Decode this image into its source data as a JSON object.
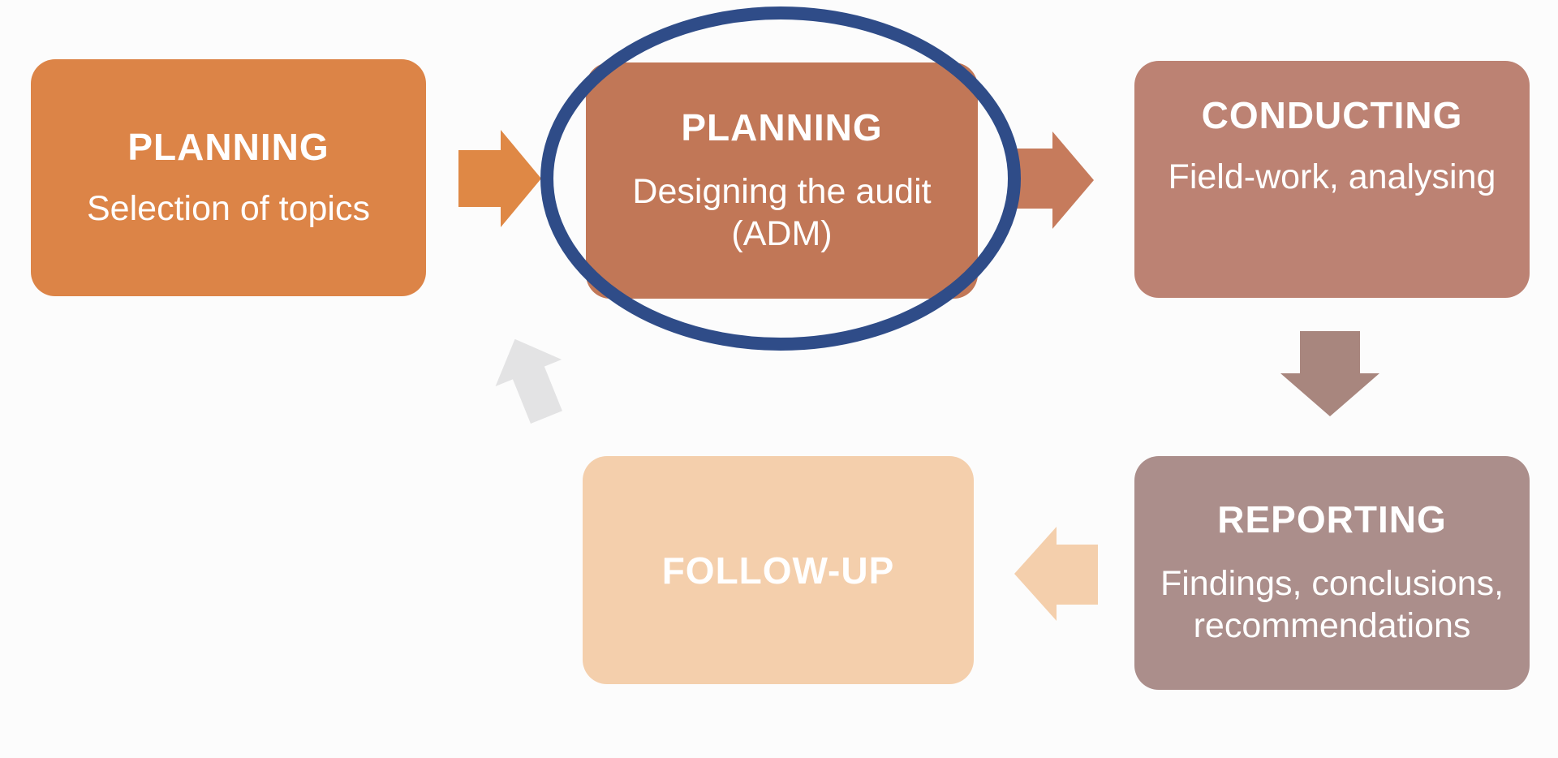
{
  "colors": {
    "background": "#FCFCFC",
    "text": "#FFFFFF",
    "planning_selection_box": "#DC8447",
    "planning_design_box": "#C17757",
    "conducting_box": "#BC8273",
    "reporting_box": "#AB8E8B",
    "follow_up_box": "#F4CFAC",
    "arrow_planning_to_design": "#DF8845",
    "arrow_design_to_conducting": "#C67B5C",
    "arrow_conducting_to_reporting": "#A8867E",
    "arrow_reporting_to_follow_up": "#F4CFAC",
    "arrow_follow_up_to_planning": "#E3E3E4",
    "highlight_ellipse": "#2F4C88"
  },
  "boxes": {
    "planning_selection": {
      "title": "PLANNING",
      "body": "Selection of topics"
    },
    "planning_design": {
      "title": "PLANNING",
      "body_line1": "Designing the audit",
      "body_line2": "(ADM)"
    },
    "conducting": {
      "title": "CONDUCTING",
      "body": "Field-work, analysing"
    },
    "reporting": {
      "title": "REPORTING",
      "body_line1": "Findings, conclusions,",
      "body_line2": "recommendations"
    },
    "follow_up": {
      "title": "FOLLOW-UP"
    }
  },
  "arrows": {
    "planning_to_design": {
      "direction": "right"
    },
    "design_to_conducting": {
      "direction": "right"
    },
    "conducting_to_reporting": {
      "direction": "down"
    },
    "reporting_to_follow_up": {
      "direction": "left"
    },
    "follow_up_to_planning": {
      "direction": "up-left"
    }
  },
  "highlight": {
    "shape": "ellipse",
    "around": "planning_design"
  }
}
